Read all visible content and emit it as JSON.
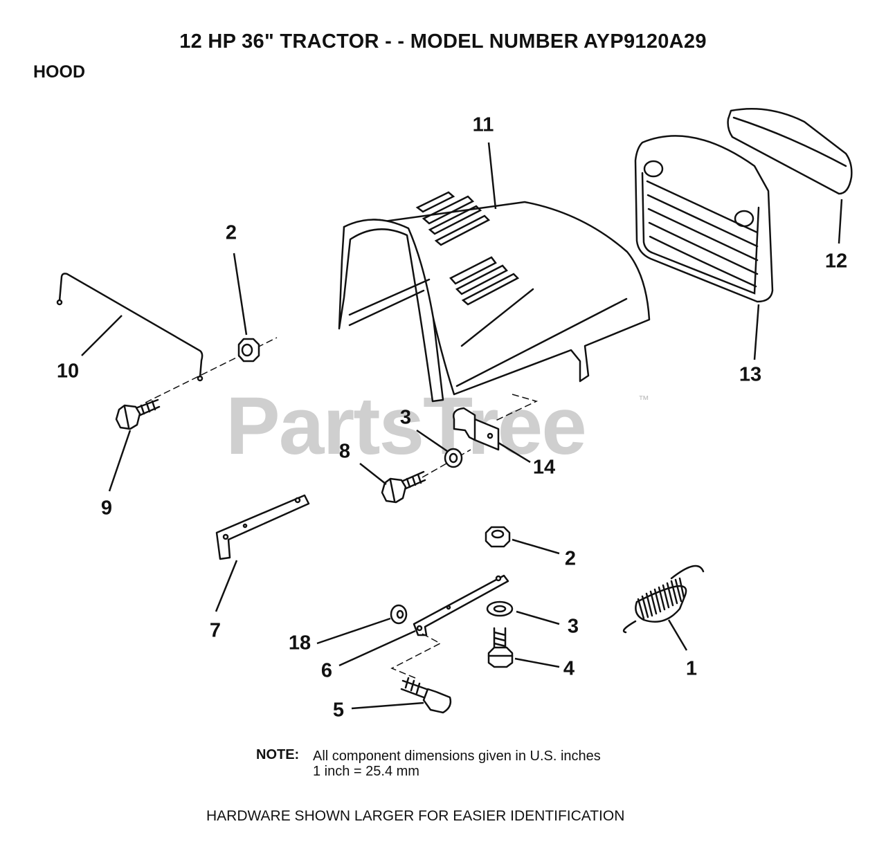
{
  "header": {
    "title": "12 HP 36\" TRACTOR - - MODEL NUMBER AYP9120A29",
    "section": "HOOD"
  },
  "watermark": {
    "brand": "PartsTree",
    "tm": "™"
  },
  "callouts": {
    "c1": "1",
    "c2a": "2",
    "c2b": "2",
    "c3a": "3",
    "c3b": "3",
    "c4": "4",
    "c5": "5",
    "c6": "6",
    "c7": "7",
    "c8": "8",
    "c9": "9",
    "c10": "10",
    "c11": "11",
    "c12": "12",
    "c13": "13",
    "c14": "14",
    "c18": "18"
  },
  "note": {
    "label": "NOTE:",
    "text": "All component dimensions given in U.S. inches",
    "conversion": "1 inch = 25.4 mm"
  },
  "footer": "HARDWARE SHOWN LARGER FOR EASIER IDENTIFICATION"
}
